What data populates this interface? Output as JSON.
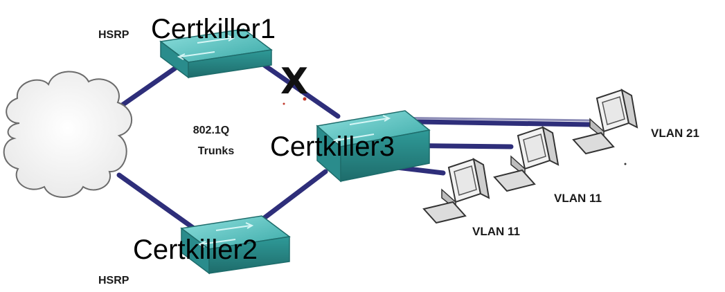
{
  "diagram": {
    "nodes": {
      "cloud": {
        "label": ""
      },
      "switch1": {
        "name": "Certkiller1",
        "protocol": "HSRP"
      },
      "switch2": {
        "name": "Certkiller2",
        "protocol": "HSRP"
      },
      "switch3": {
        "name": "Certkiller3"
      },
      "pc_left": {
        "vlan": "VLAN 11"
      },
      "pc_middle": {
        "vlan": "VLAN 11"
      },
      "pc_right": {
        "vlan": "VLAN 21"
      }
    },
    "links": [
      {
        "from": "cloud",
        "to": "switch1"
      },
      {
        "from": "cloud",
        "to": "switch2"
      },
      {
        "from": "switch1",
        "to": "switch3",
        "failed": true
      },
      {
        "from": "switch2",
        "to": "switch3"
      },
      {
        "from": "switch3",
        "to": "pc_right"
      },
      {
        "from": "switch3",
        "to": "pc_middle"
      },
      {
        "from": "switch3",
        "to": "pc_left"
      }
    ],
    "trunk_label_line1": "802.1Q",
    "trunk_label_line2": "Trunks",
    "failure_mark": "X",
    "colors": {
      "link": "#2e2e7a",
      "switch_top": "#56c4c2",
      "switch_side": "#2a8c8c",
      "cloud_outline": "#6b6b6b"
    }
  }
}
